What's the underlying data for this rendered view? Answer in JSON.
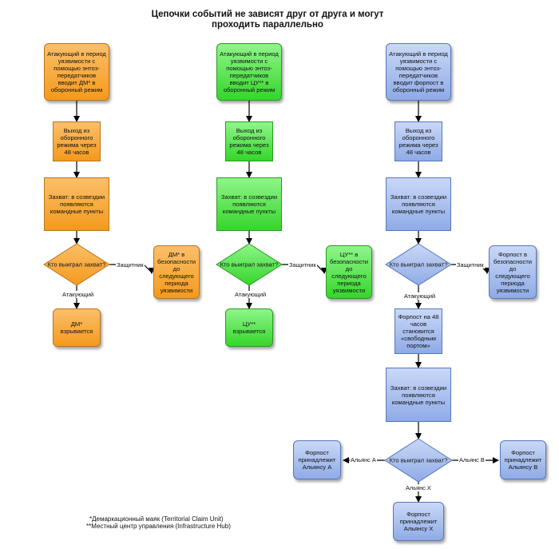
{
  "title": "Цепочки событий не зависят друг от друга и могут проходить параллельно",
  "footnotes": {
    "dm": "*Демаркационный маяк (Territorial Claim Unit)",
    "cu": "**Местный центр управления (Infrastructure Hub)"
  },
  "colors": {
    "orange": "#f49a1c",
    "green": "#35d62a",
    "blue": "#8fabe6"
  },
  "chain1": {
    "start": "Атакующий в период уязвимости с помощью энтоз-передатчиков вводит ДМ* в оборонный режим",
    "exit": "Выход из оборонного режима через 48 часов",
    "capture": "Захват: в созвездии появляются командные пункты",
    "decision": "Кто выиграл захват?",
    "defender_label": "Защитник",
    "attacker_label": "Атакующий",
    "safe": "ДМ* в безопасности до следующего периода уязвимости",
    "destroyed": "ДМ* взрывается"
  },
  "chain2": {
    "start": "Атакующий в период уязвимости с помощью энтоз-передатчиков вводит ЦУ** в оборонный режим",
    "exit": "Выход из оборонного режима через 48 часов",
    "capture": "Захват: в созвездии появляются командные пункты",
    "decision": "Кто выиграл захват?",
    "defender_label": "Защитник",
    "attacker_label": "Атакующий",
    "safe": "ЦУ** в безопасности до следующего периода уязвимости",
    "destroyed": "ЦУ** взрывается"
  },
  "chain3": {
    "start": "Атакующий в период уязвимости с помощью энтоз-передатчиков вводит форпост в оборонный режим",
    "exit": "Выход из оборонного режима через 48 часов",
    "capture": "Захват: в созвездии появляются командные пункты",
    "decision": "Кто выиграл захват?",
    "defender_label": "Защитник",
    "attacker_label": "Атакующий",
    "safe": "Форпост в безопасности до следующего периода уязвимости",
    "free_port": "Форпост на 48 часов становится «свободным портом»",
    "capture2": "Захват: в созвездии появляются командные пункты",
    "decision2": "Кто выиграл захват?",
    "alliance_a_label": "Альянс А",
    "alliance_b_label": "Альянс В",
    "alliance_x_label": "Альянс X",
    "owner_a": "Форпост принадлежит Альянсу А",
    "owner_b": "Форпост принадлежит Альянсу В",
    "owner_x": "Форпост принадлежит Альянсу X"
  }
}
